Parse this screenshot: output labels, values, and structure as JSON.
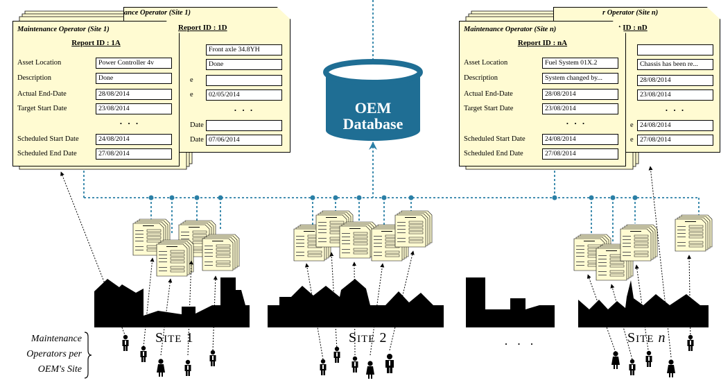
{
  "database": {
    "line1": "OEM",
    "line2": "Database"
  },
  "cards": {
    "site1": {
      "front": {
        "title": "Maintenance Operator (Site 1)",
        "report_id": "Report ID : 1A",
        "rows": [
          {
            "label": "Asset Location",
            "value": "Power Controller 4v"
          },
          {
            "label": "Description",
            "value": "Done"
          },
          {
            "label": "Actual End-Date",
            "value": "28/08/2014"
          },
          {
            "label": "Target Start Date",
            "value": "23/08/2014"
          },
          {
            "label": "Scheduled Start Date",
            "value": "24/08/2014"
          },
          {
            "label": "Scheduled End Date",
            "value": "27/08/2014"
          }
        ]
      },
      "back": {
        "title_fragment": "ance Operator (Site 1)",
        "report_id": "Report ID : 1D",
        "values": [
          "Front axle 34.8YH",
          "Done",
          "",
          "02/05/2014",
          "",
          "07/06/2014"
        ],
        "label_fragments": [
          "",
          "",
          "e",
          "e",
          "Date",
          "Date"
        ]
      }
    },
    "siten": {
      "front": {
        "title": "Maintenance Operator (Site n)",
        "report_id": "Report ID : nA",
        "rows": [
          {
            "label": "Asset Location",
            "value": "Fuel System 01X.2"
          },
          {
            "label": "Description",
            "value": "System changed by..."
          },
          {
            "label": "Actual End-Date",
            "value": "28/08/2014"
          },
          {
            "label": "Target Start Date",
            "value": "23/08/2014"
          },
          {
            "label": "Scheduled Start Date",
            "value": "24/08/2014"
          },
          {
            "label": "Scheduled End Date",
            "value": "27/08/2014"
          }
        ]
      },
      "back": {
        "title_fragment": "r Operator (Site n)",
        "report_id": "rt ID : nD",
        "values": [
          "",
          "Chassis has been re...",
          "28/08/2014",
          "23/08/2014",
          "24/08/2014",
          "27/08/2014"
        ],
        "label_fragments": [
          "",
          "",
          "",
          "",
          "e",
          "e"
        ]
      }
    }
  },
  "ellipsis": "· · ·",
  "sites": [
    {
      "first": "S",
      "rest": "ITE",
      "num": "1"
    },
    {
      "first": "S",
      "rest": "ITE",
      "num": "2"
    },
    {
      "first": "S",
      "rest": "ITE",
      "num": "n"
    }
  ],
  "side_label": {
    "lines": [
      "Maintenance",
      "Operators per",
      "OEM's Site"
    ]
  },
  "colors": {
    "dashed_link": "#2a7fa6",
    "database": "#1f6e94",
    "card_fill": "#fffbd2",
    "building": "#000000"
  },
  "icons": {
    "database": "cylinder-icon",
    "operator": "person-icon",
    "building": "factory-skyline-icon",
    "report": "document-stack-icon"
  }
}
